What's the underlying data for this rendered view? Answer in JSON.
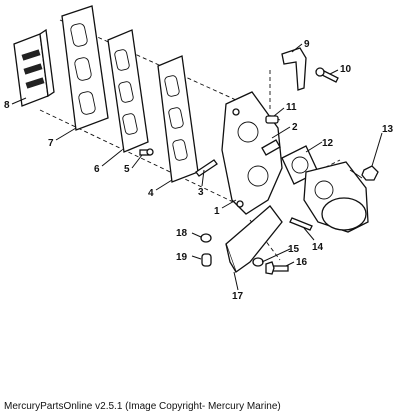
{
  "footer": "MercuryPartsOnline v2.5.1 (Image Copyright- Mercury Marine)",
  "callouts": {
    "c1": "1",
    "c2": "2",
    "c3": "3",
    "c4": "4",
    "c5": "5",
    "c6": "6",
    "c7": "7",
    "c8": "8",
    "c9": "9",
    "c10": "10",
    "c11": "11",
    "c12": "12",
    "c13": "13",
    "c14": "14",
    "c15": "15",
    "c16": "16",
    "c17": "17",
    "c18": "18",
    "c19": "19"
  }
}
